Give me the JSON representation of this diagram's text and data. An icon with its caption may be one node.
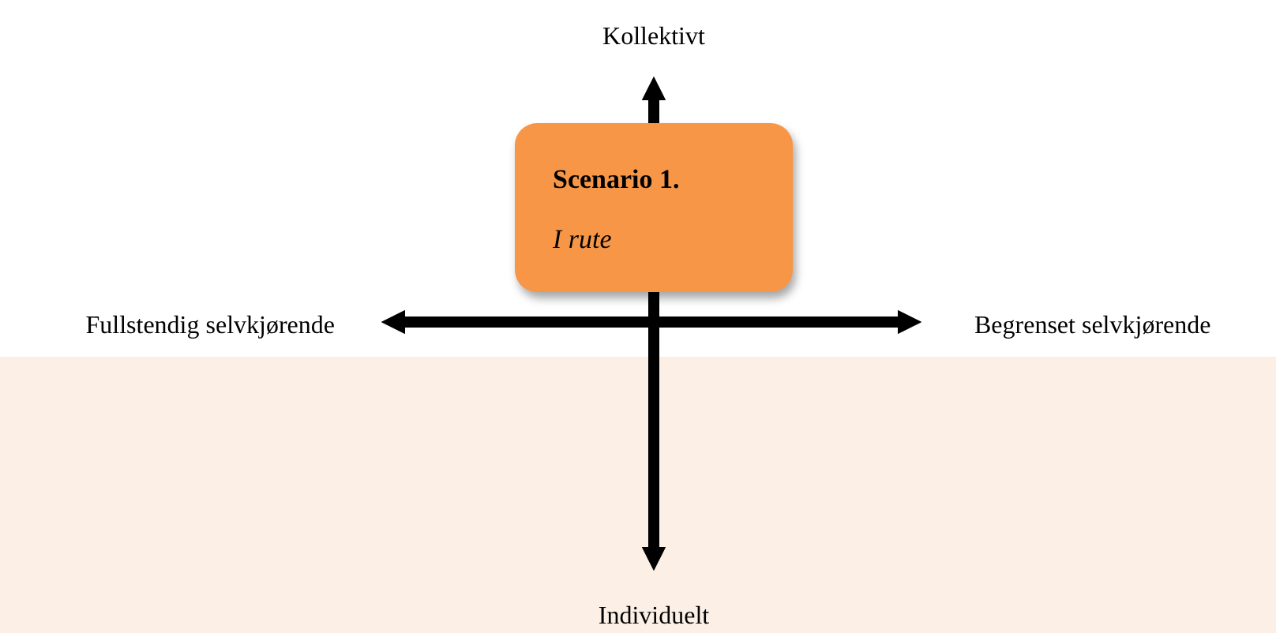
{
  "diagram": {
    "nodes": [
      {
        "text": [
          "Scenario 1.",
          "I rute"
        ]
      }
    ],
    "labels": [
      "Kollektivt",
      "Fullstendig selvkjørende",
      "Begrenset selvkjørende",
      "Individuelt"
    ]
  }
}
